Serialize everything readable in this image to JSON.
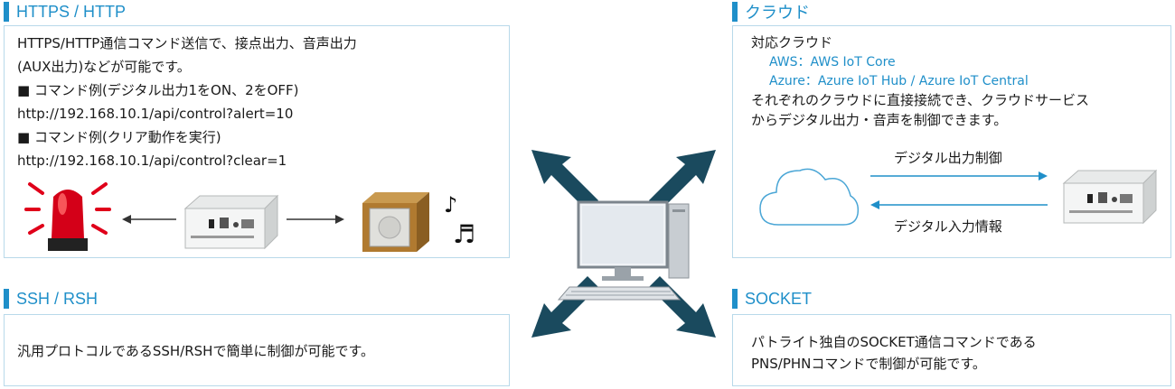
{
  "sections": {
    "https": {
      "title": "HTTPS / HTTP",
      "lines": [
        "HTTPS/HTTP通信コマンド送信で、接点出力、音声出力",
        "(AUX出力)などが可能です。",
        "■ コマンド例(デジタル出力1をON、2をOFF)",
        "http://192.168.10.1/api/control?alert=10",
        "■ コマンド例(クリア動作を実行)",
        "http://192.168.10.1/api/control?clear=1"
      ]
    },
    "ssh": {
      "title": "SSH / RSH",
      "text": "汎用プロトコルであるSSH/RSHで簡単に制御が可能です。"
    },
    "cloud": {
      "title": "クラウド",
      "heading": "対応クラウド",
      "aws": "AWS：AWS IoT Core",
      "azure": "Azure：Azure IoT Hub / Azure IoT Central",
      "desc1": "それぞれのクラウドに直接接続でき、クラウドサービス",
      "desc2": "からデジタル出力・音声を制御できます。",
      "out_label": "デジタル出力制御",
      "in_label": "デジタル入力情報"
    },
    "socket": {
      "title": "SOCKET",
      "line1": "パトライト独自のSOCKET通信コマンドである",
      "line2": "PNS/PHNコマンドで制御が可能です。"
    }
  },
  "colors": {
    "accent": "#1f8fc9",
    "arrow": "#1a4a5e",
    "border": "#b8d9ea"
  }
}
